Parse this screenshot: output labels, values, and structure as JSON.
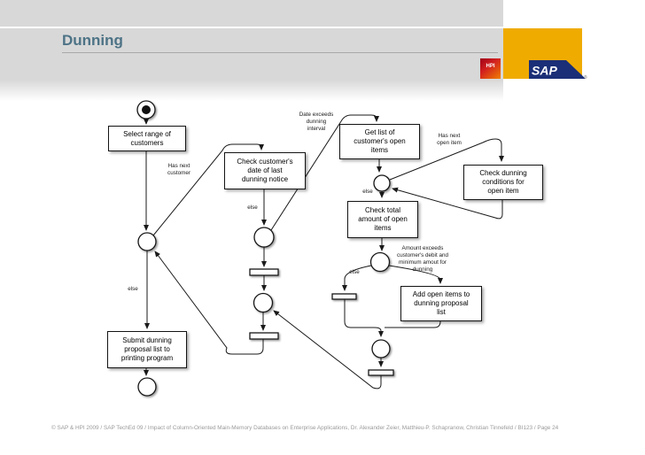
{
  "slide": {
    "title": "Dunning",
    "footer": "© SAP & HPI 2009 / SAP TechEd 09 / Impact of Column-Oriented Main-Memory Databases on Enterprise Applications, Dr. Alexander Zeier, Matthieu-P. Schapranow, Christian Tinnefeld / BI123 / Page 24"
  },
  "logos": {
    "hpi_label": "HPI",
    "sap_label": "SAP",
    "sap_reg": "®",
    "sap_gold": "#EFAB00",
    "sap_blue": "#1A2F77"
  },
  "colors": {
    "title": "#4D7386",
    "edge": "#1A1A1A"
  },
  "diagram": {
    "nodes": {
      "select_range": "Select range of\ncustomers",
      "check_date": "Check customer's\ndate of last\ndunning notice",
      "get_list": "Get list of\ncustomer's open\nitems",
      "check_conditions": "Check dunning\nconditions for\nopen item",
      "check_total": "Check total\namount of open\nitems",
      "add_items": "Add open items to\ndunning proposal\nlist",
      "submit": "Submit dunning\nproposal list to\nprinting program"
    },
    "edge_labels": {
      "has_next_customer": "Has next\ncustomer",
      "else_customer": "else",
      "date_exceeds": "Date exceeds\ndunning\ninterval",
      "has_next_open_item": "Has next\nopen item",
      "else_open_item": "else",
      "else_amount": "else",
      "amount_exceeds": "Amount exceeds\ncustomer's debit and\nminimum amout for\ndunning",
      "else_submit": "else"
    }
  }
}
